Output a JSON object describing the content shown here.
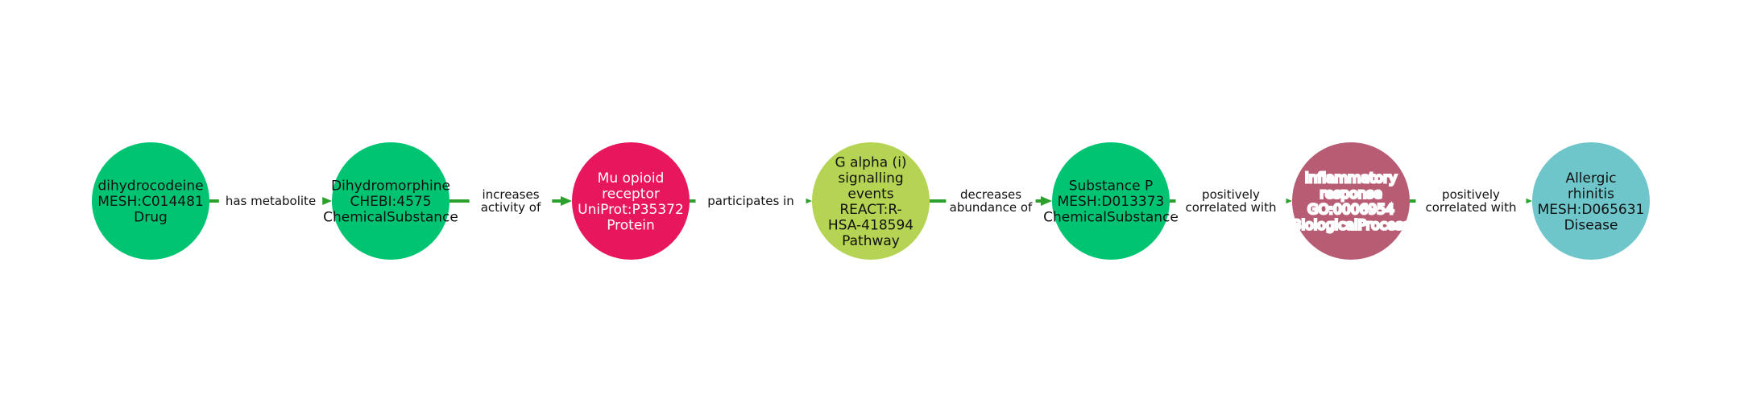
{
  "diagram": {
    "type": "path",
    "edge_color": "#2ca02c",
    "nodes": [
      {
        "id": "n1",
        "lines": [
          "dihydrocodeine",
          "MESH:C014481",
          "Drug"
        ],
        "color": "#00c472",
        "text_color": "#111111",
        "halo": false
      },
      {
        "id": "n2",
        "lines": [
          "Dihydromorphine",
          "CHEBI:4575",
          "ChemicalSubstance"
        ],
        "color": "#00c472",
        "text_color": "#111111",
        "halo": false
      },
      {
        "id": "n3",
        "lines": [
          "Mu opioid",
          "receptor",
          "UniProt:P35372",
          "Protein"
        ],
        "color": "#e8175d",
        "text_color": "#ffffff",
        "halo": false
      },
      {
        "id": "n4",
        "lines": [
          "G alpha (i)",
          "signalling",
          "events",
          "REACT:R-",
          "HSA-418594",
          "Pathway"
        ],
        "color": "#b5d453",
        "text_color": "#111111",
        "halo": false
      },
      {
        "id": "n5",
        "lines": [
          "Substance P",
          "MESH:D013373",
          "ChemicalSubstance"
        ],
        "color": "#00c472",
        "text_color": "#111111",
        "halo": false
      },
      {
        "id": "n6",
        "lines": [
          "inflammatory",
          "response",
          "GO:0006954",
          "BiologicalProcess"
        ],
        "color": "#b85c74",
        "text_color": "#ffffff",
        "halo": true
      },
      {
        "id": "n7",
        "lines": [
          "Allergic",
          "rhinitis",
          "MESH:D065631",
          "Disease"
        ],
        "color": "#6ec6cb",
        "text_color": "#111111",
        "halo": false
      }
    ],
    "edges": [
      {
        "from": "n1",
        "to": "n2",
        "lines": [
          "has metabolite"
        ]
      },
      {
        "from": "n2",
        "to": "n3",
        "lines": [
          "increases",
          "activity of"
        ]
      },
      {
        "from": "n3",
        "to": "n4",
        "lines": [
          "participates in"
        ]
      },
      {
        "from": "n4",
        "to": "n5",
        "lines": [
          "decreases",
          "abundance of"
        ]
      },
      {
        "from": "n5",
        "to": "n6",
        "lines": [
          "positively",
          "correlated with"
        ]
      },
      {
        "from": "n6",
        "to": "n7",
        "lines": [
          "positively",
          "correlated with"
        ]
      }
    ]
  }
}
